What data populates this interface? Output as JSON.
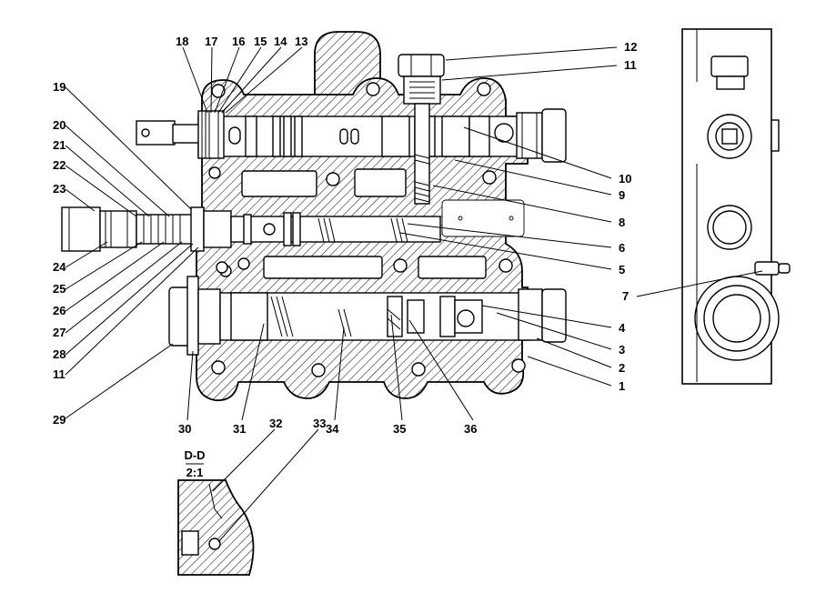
{
  "section_title": "D-D",
  "section_scale": "2:1",
  "part_numbers": [
    "1",
    "2",
    "3",
    "4",
    "5",
    "6",
    "7",
    "8",
    "9",
    "10",
    "11",
    "11",
    "12",
    "13",
    "14",
    "15",
    "16",
    "17",
    "18",
    "19",
    "20",
    "21",
    "22",
    "23",
    "24",
    "25",
    "26",
    "27",
    "28",
    "29",
    "30",
    "31",
    "32",
    "33",
    "34",
    "35",
    "36"
  ]
}
